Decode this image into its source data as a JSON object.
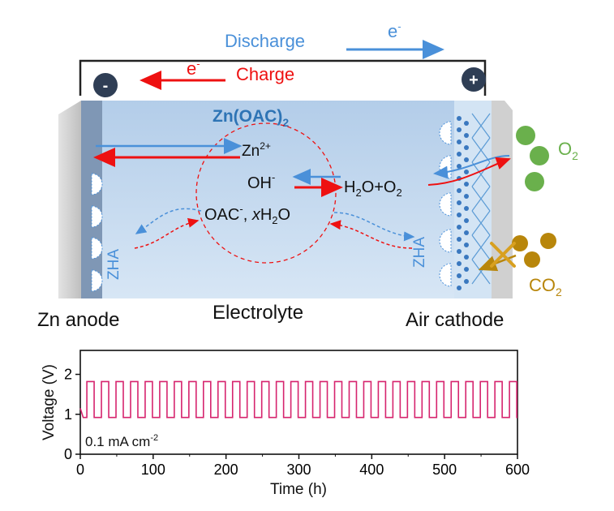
{
  "diagram": {
    "top_circuit": {
      "discharge_label": "Discharge",
      "discharge_electron": "e",
      "electron_superscript": "-",
      "charge_label": "Charge",
      "charge_electron": "e",
      "negative_terminal": "-",
      "positive_terminal": "+"
    },
    "cell": {
      "electrolyte_salt": "Zn(OAC)",
      "electrolyte_salt_subscript": "2",
      "zinc_ion": "Zn",
      "zinc_ion_charge": "2+",
      "hydroxide": "OH",
      "hydroxide_charge": "-",
      "water_oxygen": "H",
      "water_sub": "2",
      "water_tail": "O+O",
      "oxygen_sub": "2",
      "acetate": "OAC",
      "acetate_charge": "-",
      "acetate_tail": ", ",
      "water_x": "x",
      "water_h": "H",
      "water_h_sub": "2",
      "water_o": "O",
      "zha_left": "ZHA",
      "zha_right": "ZHA",
      "oxygen_gas": "O",
      "oxygen_gas_sub": "2",
      "co2_gas": "CO",
      "co2_gas_sub": "2"
    },
    "captions": {
      "anode": "Zn anode",
      "electrolyte": "Electrolyte",
      "cathode": "Air cathode"
    },
    "colors": {
      "discharge": "#4a90d9",
      "charge": "#ee1111",
      "electrolyte_fill": "#c9dcf0",
      "salt_text": "#2e74b5",
      "oxygen": "#6ab04c",
      "co2": "#b8860b",
      "trace": "#d6246e"
    }
  },
  "chart_data": {
    "type": "line",
    "title": "",
    "xlabel": "Time (h)",
    "ylabel": "Voltage (V)",
    "xlim": [
      0,
      600
    ],
    "ylim": [
      0,
      2.6
    ],
    "x_ticks": [
      "0",
      "100",
      "200",
      "300",
      "400",
      "500",
      "600"
    ],
    "y_ticks": [
      "0",
      "1",
      "2"
    ],
    "annotation": "0.1 mA cm",
    "annotation_superscript": "-2",
    "cycle_period_h": 20,
    "charge_voltage_v": 1.82,
    "discharge_voltage_v": 0.92,
    "initial_voltage_v": 1.15,
    "series": [
      {
        "x": [
          0,
          2,
          4,
          6,
          8,
          10,
          12,
          14,
          16,
          18,
          20,
          30,
          40,
          50,
          60,
          80,
          100,
          150,
          200,
          250,
          300,
          350,
          400,
          450,
          500,
          550,
          600
        ],
        "y": [
          1.15,
          1.05,
          0.95,
          0.9,
          0.92,
          1.75,
          1.8,
          1.82,
          1.82,
          1.82,
          0.92,
          1.82,
          0.92,
          1.82,
          0.92,
          0.92,
          0.92,
          0.92,
          0.92,
          0.92,
          0.92,
          0.92,
          0.92,
          0.92,
          0.92,
          0.92,
          1.85
        ]
      }
    ]
  }
}
